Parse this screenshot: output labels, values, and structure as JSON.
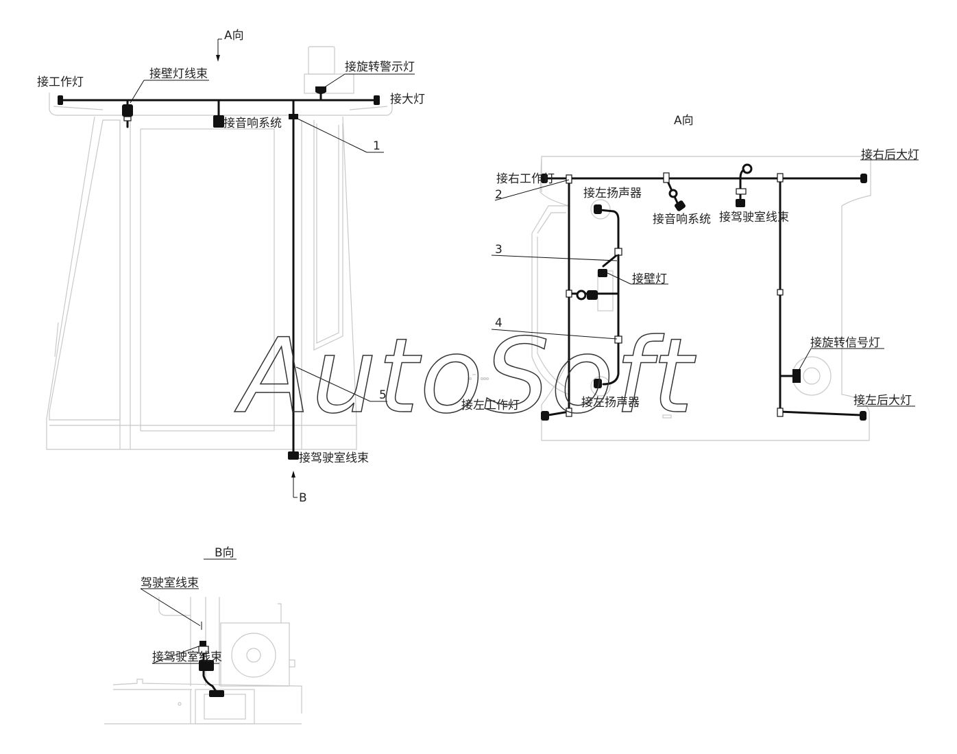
{
  "view_labels": {
    "a_arrow": "A向",
    "a_view": "A向",
    "b_arrow": "B",
    "b_view": "B向"
  },
  "left_view": {
    "work_lamp": "接工作灯",
    "wall_lamp_harness": "接壁灯线束",
    "rotary_warning_lamp": "接旋转警示灯",
    "headlamp": "接大灯",
    "audio_system": "接音响系统",
    "cab_harness": "接驾驶室线束",
    "callout_1": "1",
    "callout_5": "5"
  },
  "a_view": {
    "right_work_lamp": "接右工作灯",
    "right_rear_headlamp": "接右后大灯",
    "left_speaker_top": "接左扬声器",
    "audio_system": "接音响系统",
    "cab_harness": "接驾驶室线束",
    "wall_lamp": "接壁灯",
    "rotary_signal_lamp": "接旋转信号灯",
    "left_work_lamp": "接左工作灯",
    "left_speaker_bottom": "接左扬声器",
    "left_rear_headlamp": "接左后大灯",
    "callout_2": "2",
    "callout_3": "3",
    "callout_4": "4"
  },
  "b_view": {
    "cab_harness": "驾驶室线束",
    "connect_cab_harness": "接驾驶室线束"
  },
  "watermark": "AutoSoft"
}
